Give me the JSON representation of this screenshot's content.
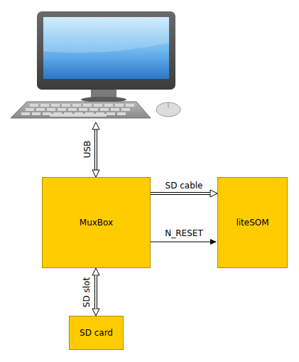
{
  "diagram": {
    "nodes": [
      {
        "text": [
          "MuxBox"
        ]
      },
      {
        "text": [
          "liteSOM"
        ]
      },
      {
        "text": [
          "SD card"
        ]
      }
    ],
    "edges": [
      {
        "from": 0,
        "to": 1,
        "arrow": "to",
        "label": "SD cable"
      },
      {
        "from": 0,
        "to": 1,
        "arrow": "to",
        "label": "N_RESET"
      },
      {
        "from": 0,
        "to": 2,
        "arrow": "both",
        "label": "SD slot"
      }
    ],
    "labels": [
      "USB"
    ]
  }
}
